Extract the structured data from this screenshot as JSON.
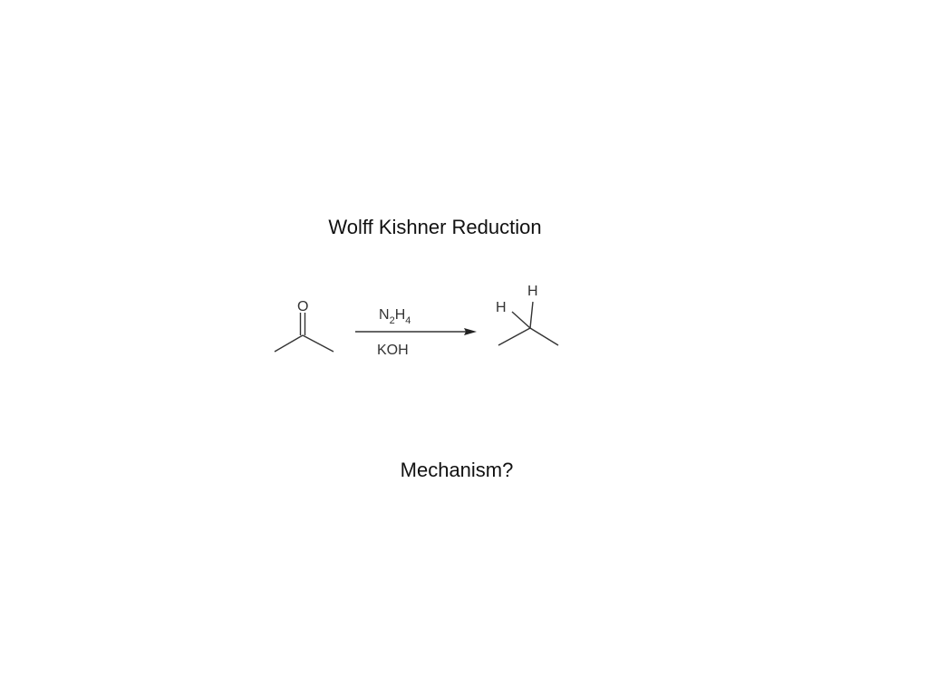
{
  "slide": {
    "title": "Wolff Kishner Reduction",
    "question": "Mechanism?"
  },
  "reaction": {
    "reactant_atom": "O",
    "reagent_above": {
      "element1": "N",
      "count1": "2",
      "element2": "H",
      "count2": "4"
    },
    "reagent_below": "KOH",
    "product_atoms": {
      "h_left": "H",
      "h_top": "H"
    }
  },
  "colors": {
    "text": "#111111",
    "structure": "#333333",
    "background": "#ffffff"
  }
}
